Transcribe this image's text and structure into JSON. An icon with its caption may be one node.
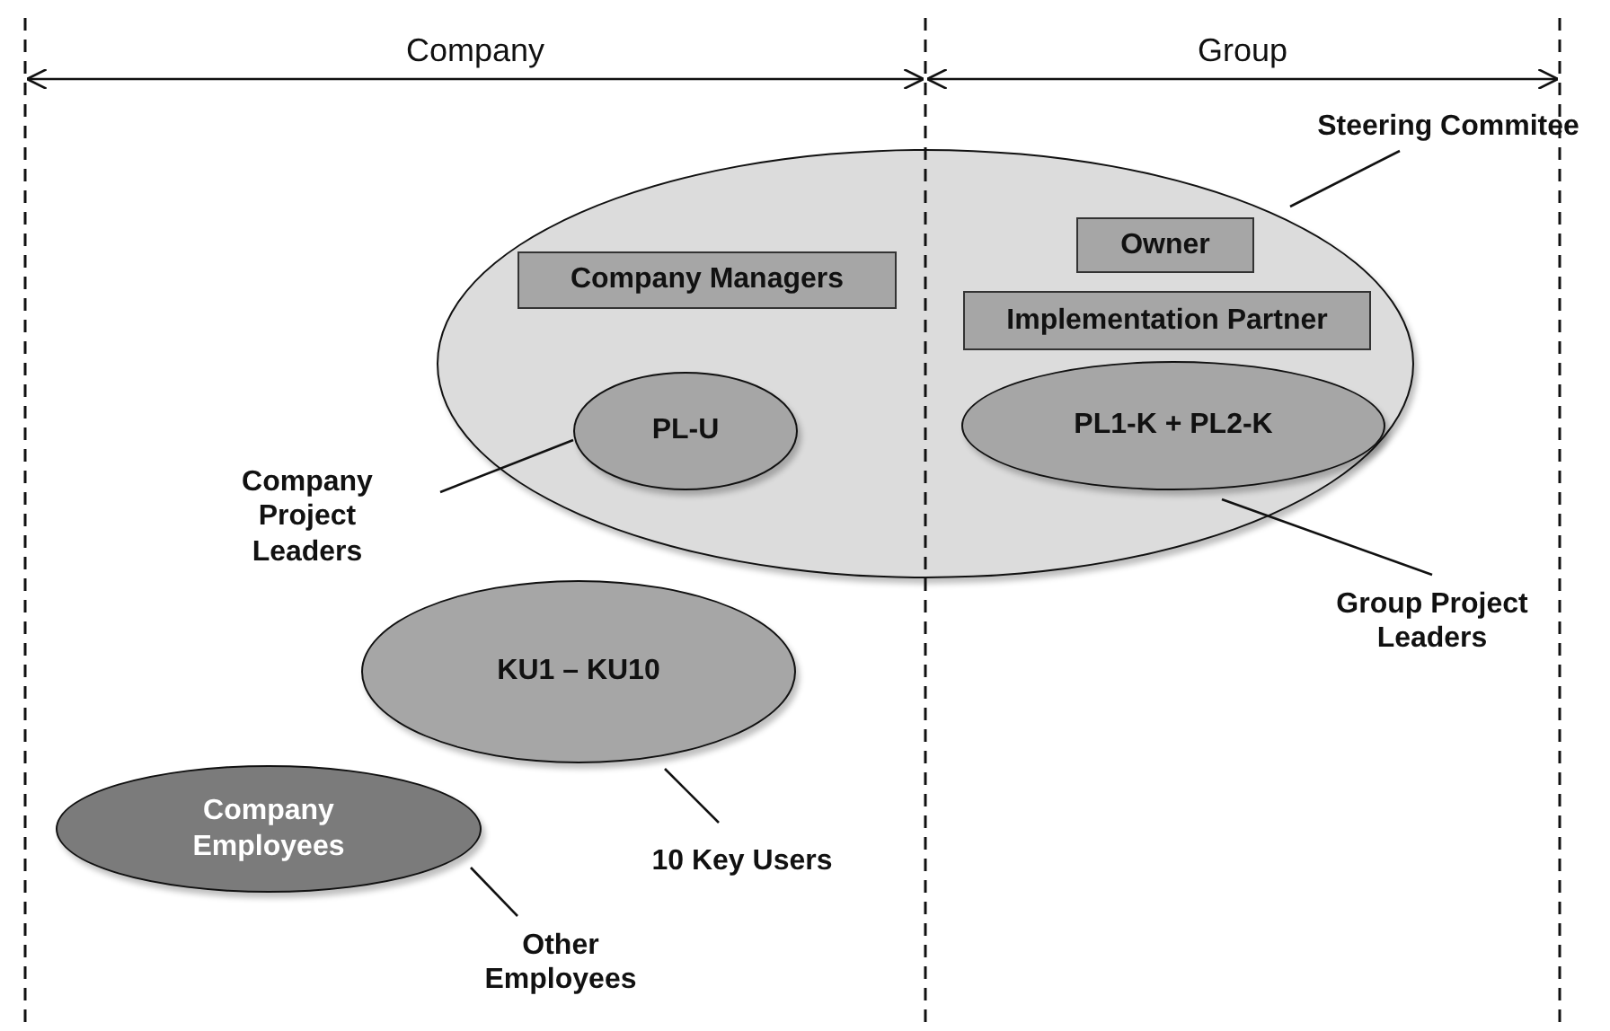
{
  "diagram": {
    "nodes": [
      {
        "text": [],
        "shape": "ellipse"
      },
      {
        "text": [
          "Company Managers"
        ],
        "in": 0
      },
      {
        "text": [
          "Owner"
        ],
        "in": 0
      },
      {
        "text": [
          "Implementation Partner"
        ],
        "in": 0
      },
      {
        "text": [
          "PL-U"
        ],
        "in": 0
      },
      {
        "text": [
          "PL1-K + PL2-K"
        ],
        "in": 0
      },
      {
        "text": [
          "KU1 – KU10"
        ]
      },
      {
        "text": [
          "Company Employees"
        ]
      },
      {
        "text": [
          "Steering Commitee"
        ]
      },
      {
        "text": [
          "Company Project Leaders"
        ]
      },
      {
        "text": [
          "Group Project Leaders"
        ]
      },
      {
        "text": [
          "10 Key Users"
        ]
      },
      {
        "text": [
          "Other Employees"
        ]
      }
    ],
    "edges": [
      {
        "from": 8,
        "to": 0,
        "arrow": "none"
      },
      {
        "from": 9,
        "to": 4,
        "arrow": "none"
      },
      {
        "from": 10,
        "to": 5,
        "arrow": "none"
      },
      {
        "from": 11,
        "to": 6,
        "arrow": "none"
      },
      {
        "from": 12,
        "to": 7,
        "arrow": "none"
      }
    ],
    "labels": [
      "Company",
      "Group"
    ]
  }
}
